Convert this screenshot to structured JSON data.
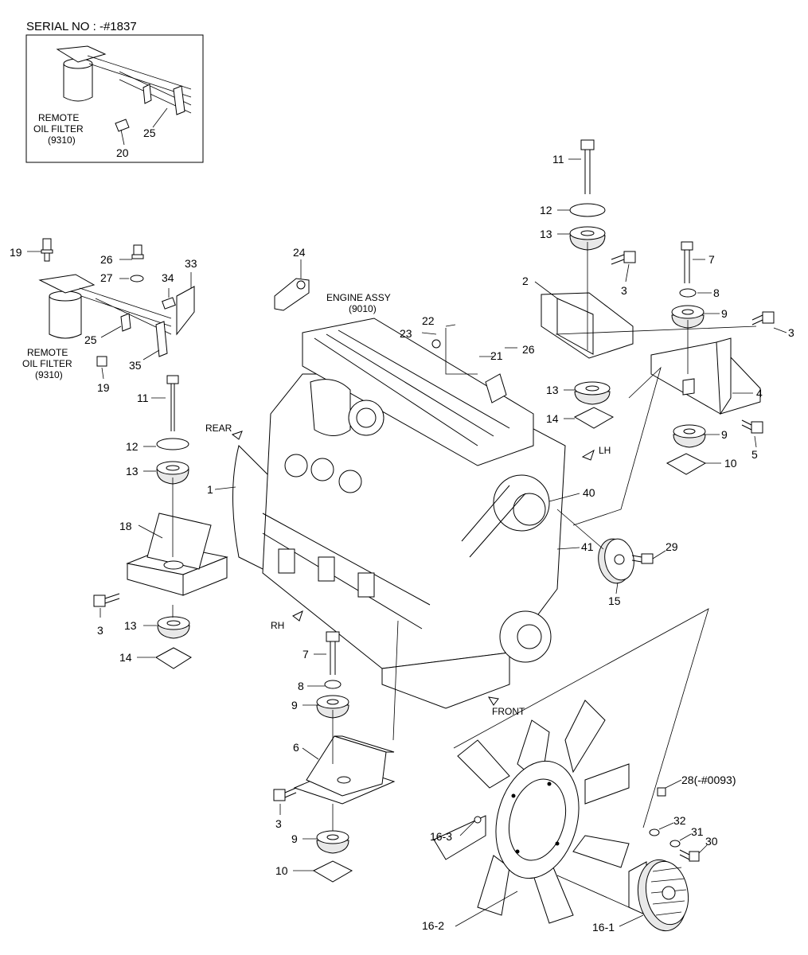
{
  "serial": "SERIAL NO : -#1837",
  "labels": {
    "engine_assy": "ENGINE ASSY",
    "engine_assy_code": "(9010)",
    "remote_oil_filter_1": "REMOTE",
    "remote_oil_filter_2": "OIL FILTER",
    "remote_oil_filter_code": "(9310)",
    "rear": "REAR",
    "front": "FRONT",
    "lh": "LH",
    "rh": "RH"
  },
  "callouts": {
    "inset_25": "25",
    "inset_20": "20",
    "c19a": "19",
    "c26a": "26",
    "c27": "27",
    "c34": "34",
    "c33": "33",
    "c25": "25",
    "c35": "35",
    "c19b": "19",
    "c24": "24",
    "c11a": "11",
    "c12a": "12",
    "c13a": "13",
    "c2": "2",
    "c3a": "3",
    "c7a": "7",
    "c8a": "8",
    "c9a": "9",
    "c3b": "3",
    "c4": "4",
    "c22": "22",
    "c23": "23",
    "c26b": "26",
    "c21": "21",
    "c13b": "13",
    "c14a": "14",
    "c9b": "9",
    "c5": "5",
    "c10a": "10",
    "c11b": "11",
    "c12b": "12",
    "c13c": "13",
    "c1": "1",
    "c18": "18",
    "c3c": "3",
    "c13d": "13",
    "c14b": "14",
    "c40": "40",
    "c41": "41",
    "c29": "29",
    "c15": "15",
    "c7b": "7",
    "c8b": "8",
    "c9c": "9",
    "c6": "6",
    "c3d": "3",
    "c9d": "9",
    "c10b": "10",
    "c28": "28(-#0093)",
    "c32": "32",
    "c31": "31",
    "c30": "30",
    "c16_3": "16-3",
    "c16_2": "16-2",
    "c16_1": "16-1"
  }
}
